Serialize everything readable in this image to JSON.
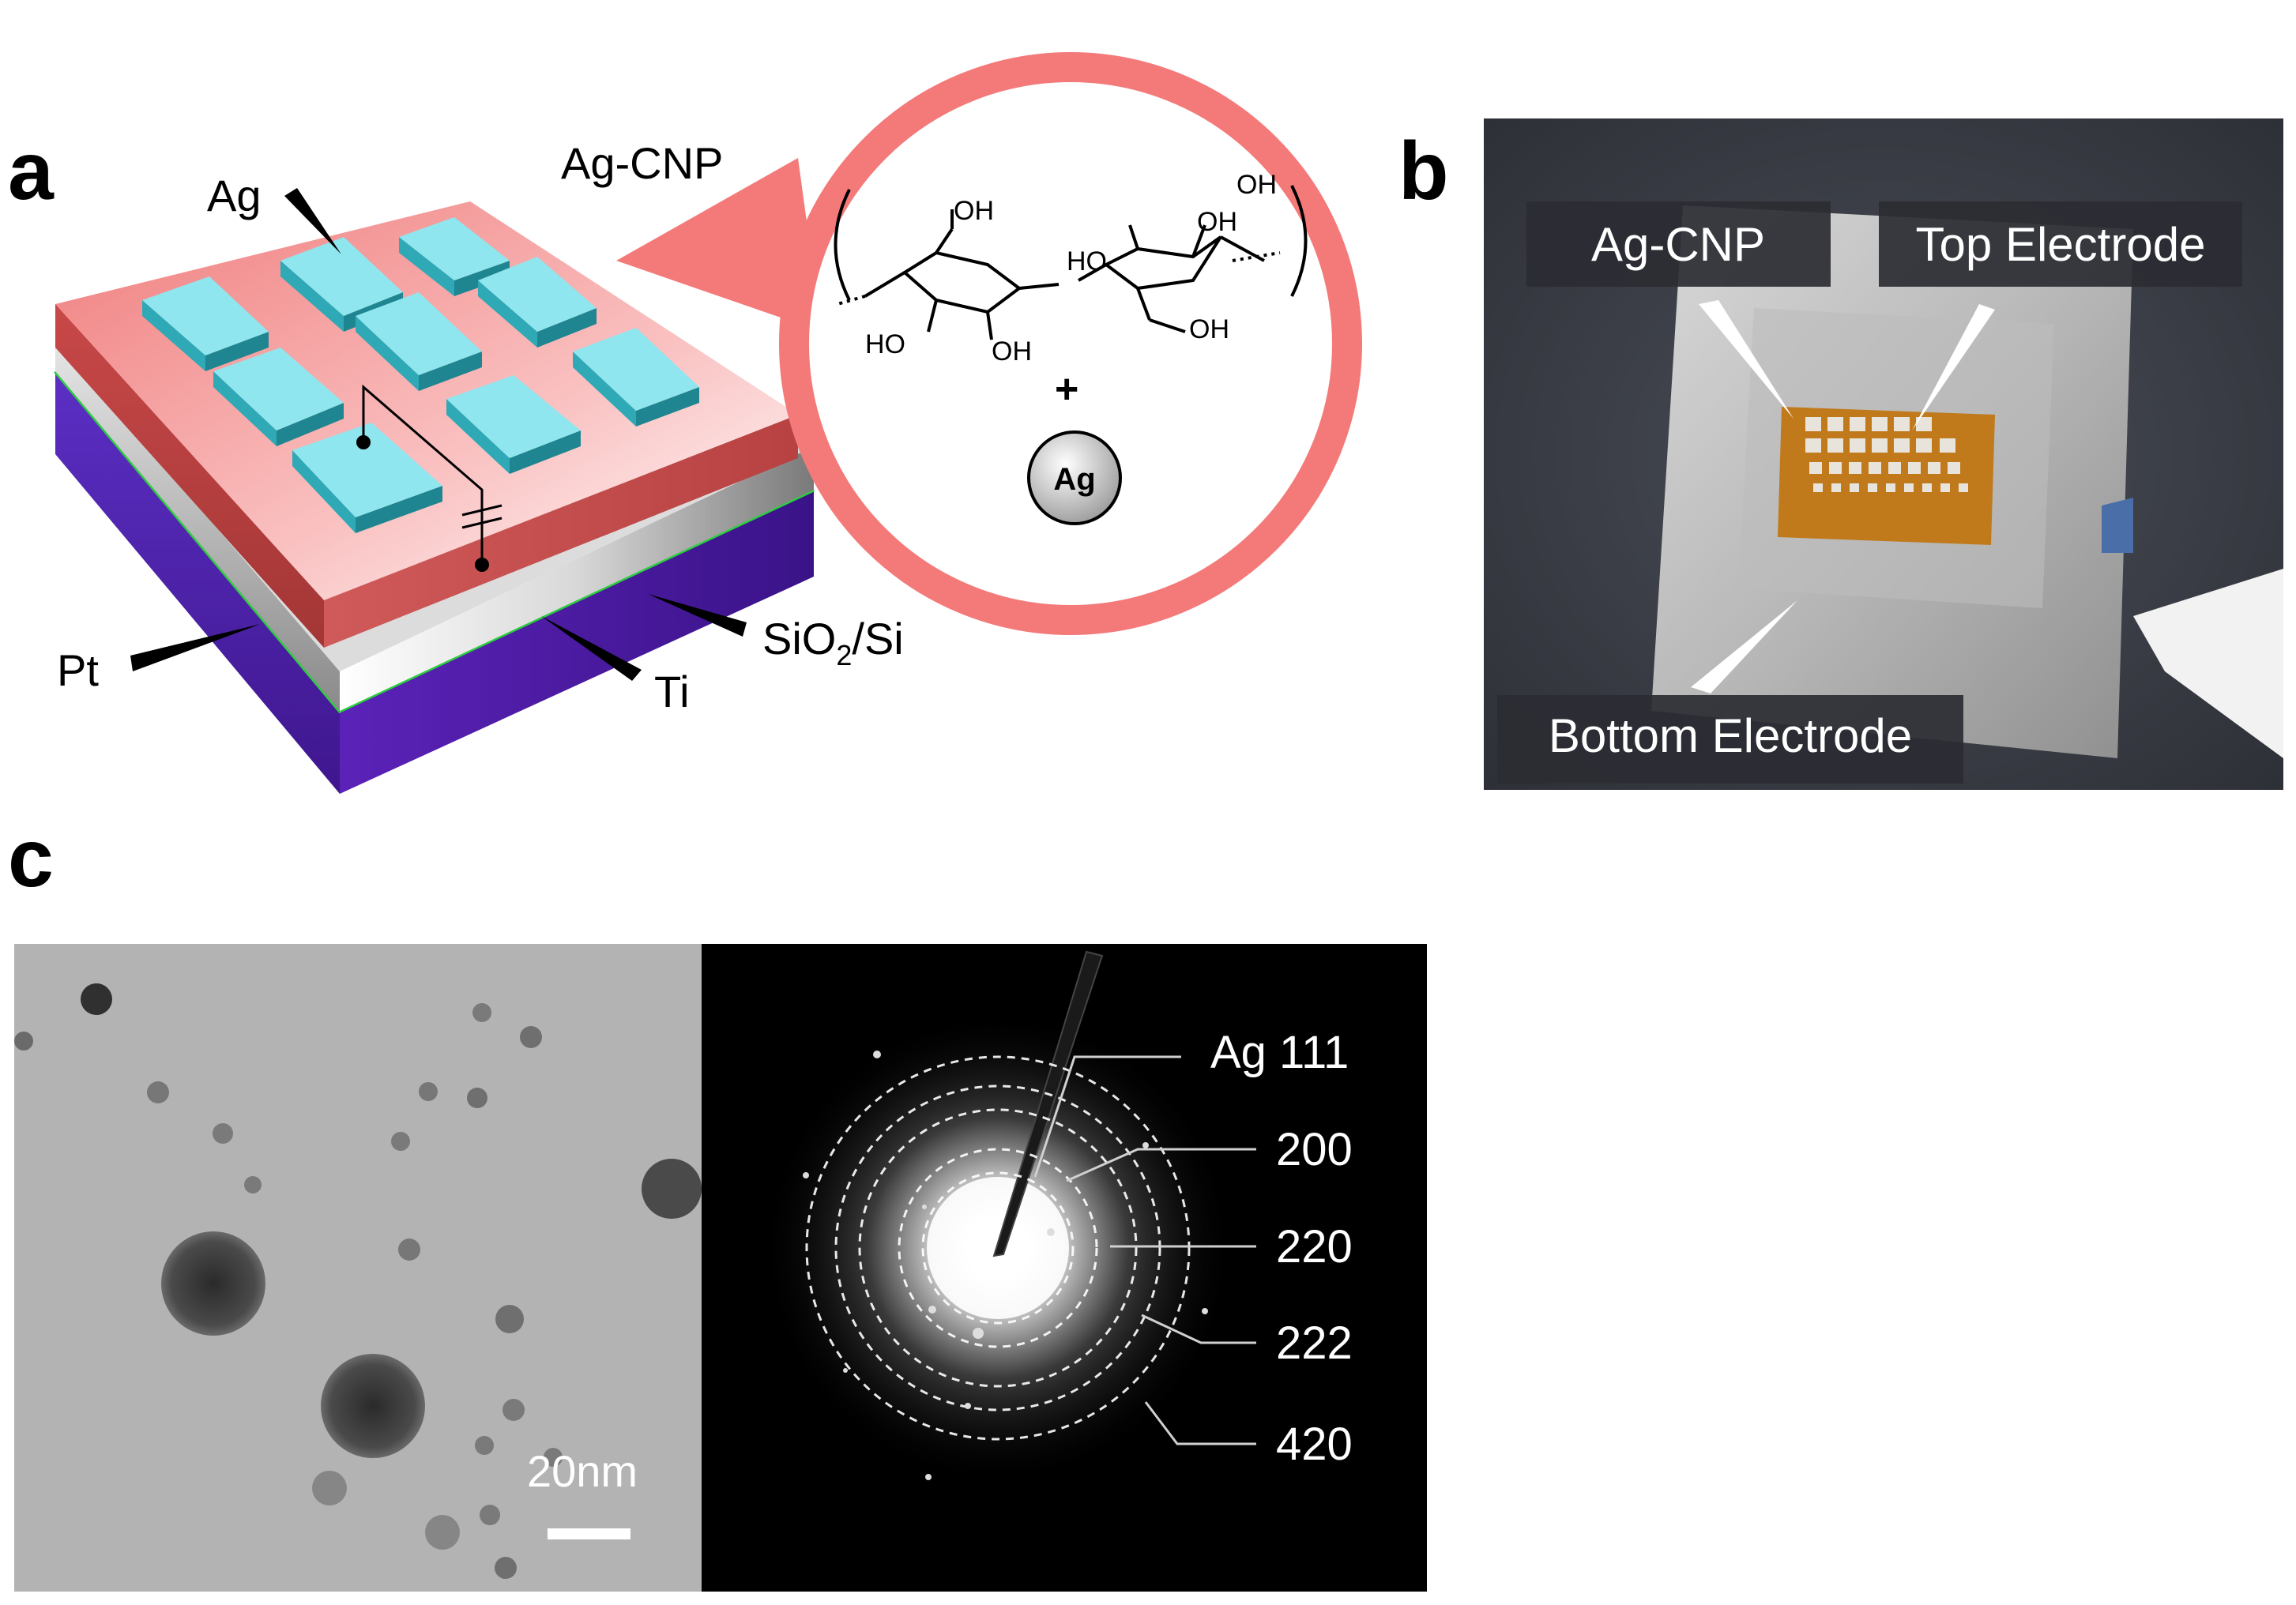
{
  "panels": {
    "a": {
      "letter": "a",
      "labels": {
        "ag": "Ag",
        "ag_cnp": "Ag-CNP",
        "pt": "Pt",
        "ti": "Ti",
        "sio2_main": "SiO",
        "sio2_sub": "2",
        "sio2_suffix": "/Si"
      },
      "inset": {
        "oh_labels": [
          "OH",
          "OH",
          "HO",
          "OH",
          "HO",
          "OH",
          "OH"
        ],
        "plus": "+",
        "particle": "Ag"
      }
    },
    "b": {
      "letter": "b",
      "labels": {
        "ag_cnp": "Ag-CNP",
        "top_electrode": "Top Electrode",
        "bottom_electrode": "Bottom Electrode"
      }
    },
    "c": {
      "letter": "c",
      "scale_bar": "20nm",
      "rings": [
        "Ag 111",
        "200",
        "220",
        "222",
        "420"
      ]
    }
  },
  "colors": {
    "pad_top": "#8fe6ee",
    "pad_side": "#2fa9b6",
    "cnp_layer": "#f08585",
    "pt_layer": "#c9c9c9",
    "ti_line": "#2ecc40",
    "substrate": "#5a1fb0",
    "inset_ring": "#f47a7a"
  }
}
